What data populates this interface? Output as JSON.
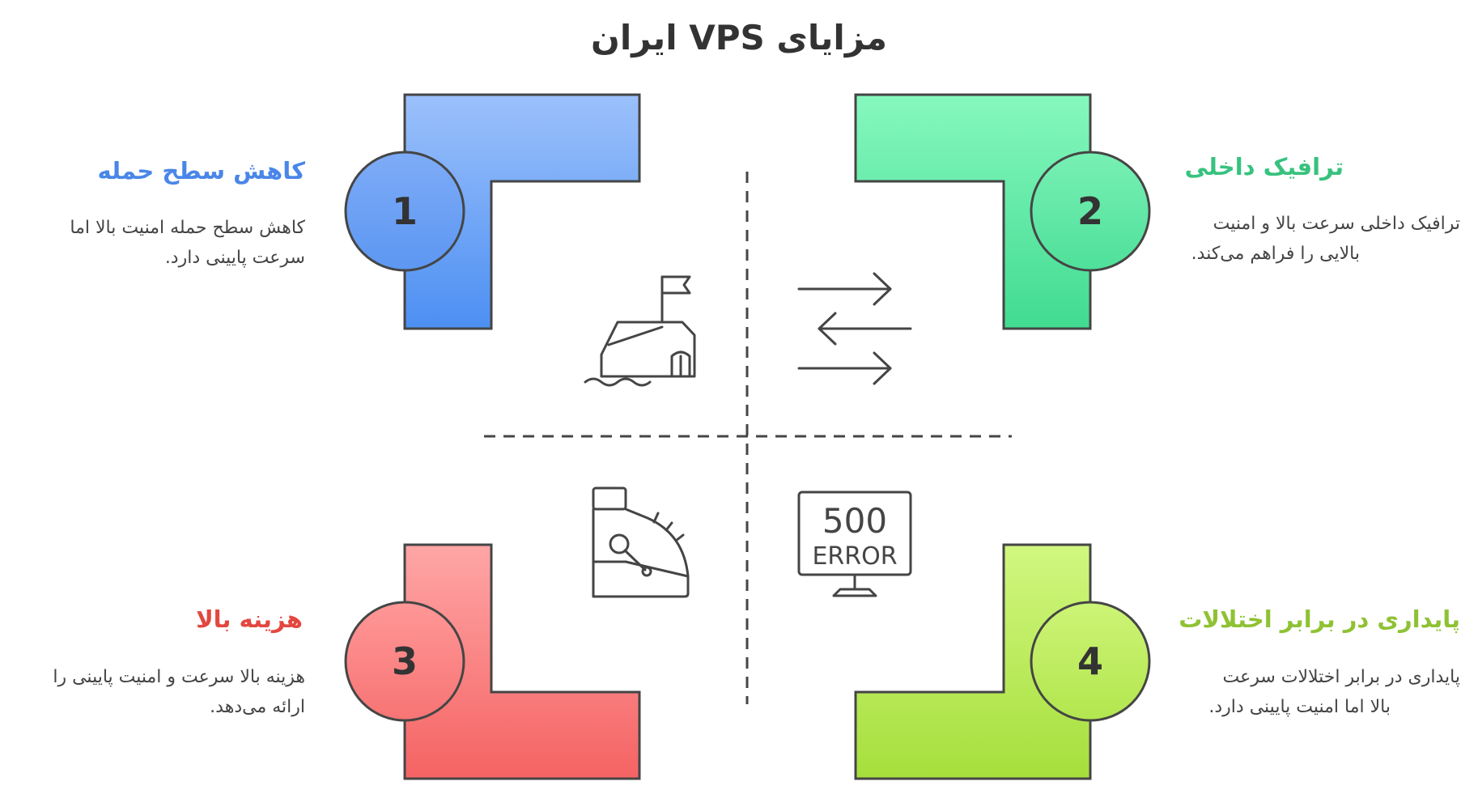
{
  "title": "مزایای VPS ایران",
  "colors": {
    "stroke": "#454545",
    "blue_light": "#9cc1fb",
    "blue_dark": "#4c8ff2",
    "green_light": "#86f8be",
    "green_dark": "#41db90",
    "red_light": "#ffa6a6",
    "red_dark": "#f56363",
    "lime_light": "#d1f780",
    "lime_dark": "#a6df3c",
    "heading_blue": "#4a86e8",
    "heading_green": "#37c27e",
    "heading_red": "#e3473f",
    "heading_lime": "#8fc233"
  },
  "quadrants": [
    {
      "number": "1",
      "heading": "کاهش سطح حمله",
      "description_line1": "کاهش سطح حمله امنیت بالا اما",
      "description_line2": "سرعت پایینی دارد.",
      "icon": "fortress-flag-icon"
    },
    {
      "number": "2",
      "heading": "ترافیک داخلی",
      "description_line1": "ترافیک داخلی سرعت بالا و امنیت",
      "description_line2": "بالایی را فراهم می‌کند.",
      "icon": "exchange-arrows-icon"
    },
    {
      "number": "3",
      "heading": "هزینه بالا",
      "description_line1": "هزینه بالا سرعت و امنیت پایینی را",
      "description_line2": "ارائه می‌دهد.",
      "icon": "pressure-gauge-icon"
    },
    {
      "number": "4",
      "heading": "پایداری در برابر اختلالات",
      "description_line1": "پایداری در برابر اختلالات سرعت",
      "description_line2": "بالا اما امنیت پایینی دارد.",
      "icon": "monitor-error-icon"
    }
  ],
  "error_screen": {
    "code": "500",
    "label": "ERROR"
  }
}
